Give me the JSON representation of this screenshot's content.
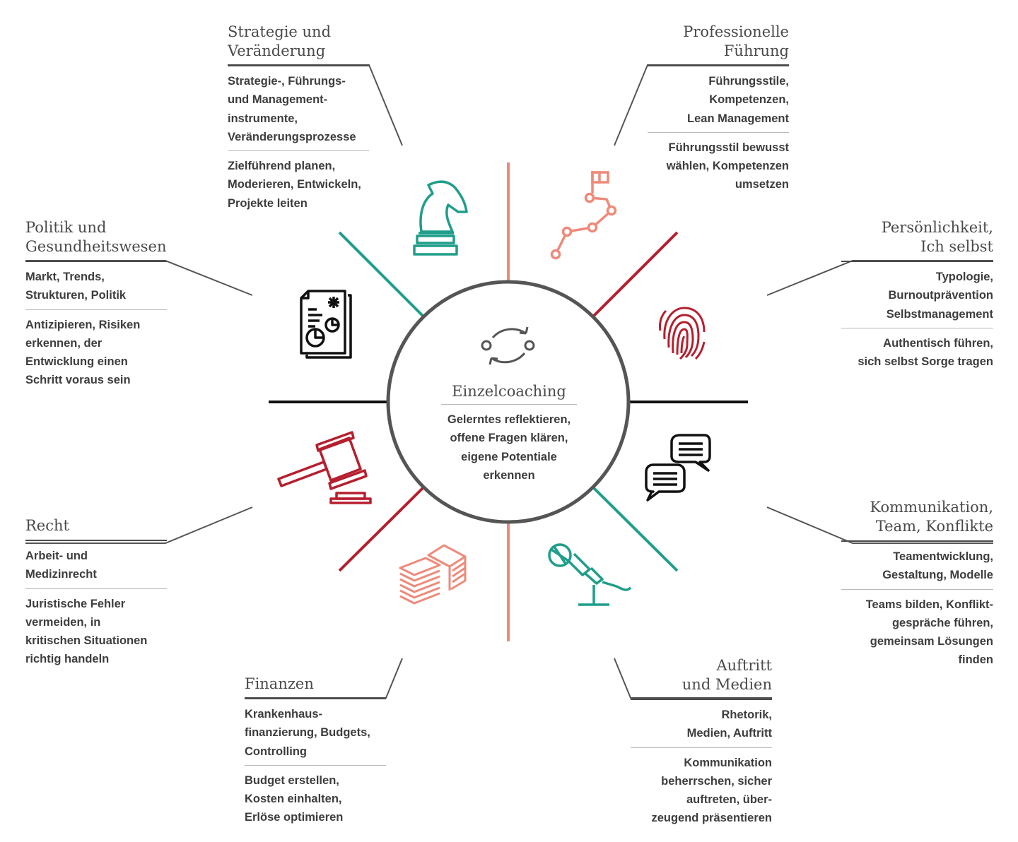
{
  "center": {
    "title": "Einzelcoaching",
    "body": "Gelerntes reflektieren,\noffene Fragen klären,\neigene Potentiale\nerkennen",
    "icon": "refresh-cycle-icon"
  },
  "topics": [
    {
      "id": "strategie",
      "title": "Strategie und\nVeränderung",
      "content": "Strategie-, Führungs-\nund Management-\ninstrumente,\nVeränderungsprozesse",
      "goal": "Zielführend planen,\nModerieren, Entwickeln,\nProjekte leiten",
      "icon": "chess-knight-icon",
      "color": "#1f9e8a"
    },
    {
      "id": "fuehrung",
      "title": "Professionelle\nFührung",
      "content": "Führungsstile,\nKompetenzen,\nLean Management",
      "goal": "Führungsstil bewusst\nwählen, Kompetenzen\numsetzen",
      "icon": "path-flag-icon",
      "color": "#ee8a7b"
    },
    {
      "id": "persoenlichkeit",
      "title": "Persönlichkeit,\nIch selbst",
      "content": "Typologie,\nBurnoutprävention\nSelbstmanagement",
      "goal": "Authentisch führen,\nsich selbst Sorge tragen",
      "icon": "fingerprint-icon",
      "color": "#b51f2e"
    },
    {
      "id": "kommunikation",
      "title": "Kommunikation,\nTeam, Konflikte",
      "content": "Teamentwicklung,\nGestaltung, Modelle",
      "goal": "Teams bilden, Konflikt-\ngespräche führen,\ngemeinsam Lösungen\nfinden",
      "icon": "speech-bubbles-icon",
      "color": "#111111"
    },
    {
      "id": "auftritt",
      "title": "Auftritt\nund Medien",
      "content": "Rhetorik,\nMedien, Auftritt",
      "goal": "Kommunikation\nbeherrschen, sicher\nauftreten, über-\nzeugend präsentieren",
      "icon": "microphone-icon",
      "color": "#1f9e8a"
    },
    {
      "id": "finanzen",
      "title": "Finanzen",
      "content": "Krankenhaus-\nfinanzierung, Budgets,\nControlling",
      "goal": "Budget erstellen,\nKosten einhalten,\nErlöse optimieren",
      "icon": "money-stack-icon",
      "color": "#ee8a7b"
    },
    {
      "id": "recht",
      "title": "Recht",
      "content": "Arbeit- und\nMedizinrecht",
      "goal": "Juristische Fehler\nvermeiden, in\nkritischen Situationen\nrichtig handeln",
      "icon": "gavel-icon",
      "color": "#b51f2e"
    },
    {
      "id": "politik",
      "title": "Politik und\nGesundheitswesen",
      "content": "Markt, Trends,\nStrukturen, Politik",
      "goal": "Antizipieren, Risiken\nerkennen, der\nEntwicklung einen\nSchritt voraus sein",
      "icon": "report-document-icon",
      "color": "#111111"
    }
  ],
  "colors": {
    "circle": "#555555",
    "connector": "#555555",
    "spoke_black": "#111111",
    "spoke_teal": "#1f9e8a",
    "spoke_salmon": "#ee8a7b",
    "spoke_red": "#b51f2e"
  }
}
